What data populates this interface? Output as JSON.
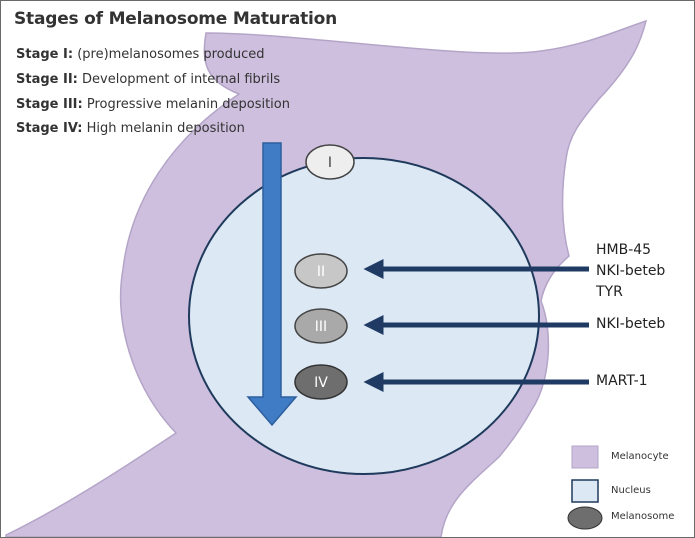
{
  "title": "Stages of Melanosome Maturation",
  "stages": [
    {
      "label": "Stage I:",
      "text": "(pre)melanosomes produced"
    },
    {
      "label": "Stage II:",
      "text": "Development of internal fibrils"
    },
    {
      "label": "Stage III:",
      "text": "Progressive melanin deposition"
    },
    {
      "label": "Stage IV:",
      "text": "High melanin deposition"
    }
  ],
  "melanosomes": [
    {
      "numeral": "I",
      "fill": "#eeeeee",
      "text_color": "#444444"
    },
    {
      "numeral": "II",
      "fill": "#c7c7c7",
      "text_color": "#ffffff"
    },
    {
      "numeral": "III",
      "fill": "#a9a9a9",
      "text_color": "#ffffff"
    },
    {
      "numeral": "IV",
      "fill": "#6e6e6e",
      "text_color": "#ffffff"
    }
  ],
  "markers": [
    {
      "lines": [
        "HMB-45",
        "NKI-beteb",
        "TYR"
      ],
      "target_stage": "II"
    },
    {
      "lines": [
        "NKI-beteb"
      ],
      "target_stage": "III"
    },
    {
      "lines": [
        "MART-1"
      ],
      "target_stage": "IV"
    }
  ],
  "legend": {
    "melanocyte": "Melanocyte",
    "nucleus": "Nucleus",
    "melanosome": "Melanosome"
  },
  "colors": {
    "melanocyte": "#cdbfdd",
    "nucleus": "#dce9f5",
    "nucleus_outline": "#1f3a5c",
    "main_arrow": "#3f7cc5",
    "marker_arrow": "#1f3a63"
  }
}
